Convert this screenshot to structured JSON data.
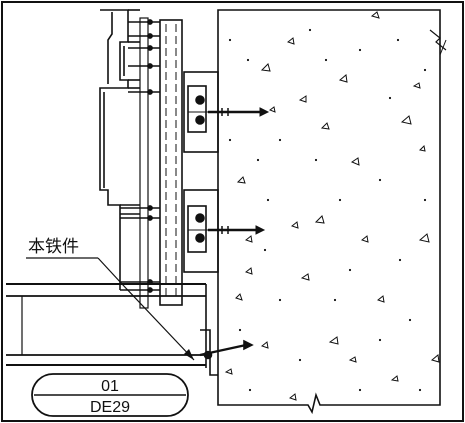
{
  "callout": {
    "label": "本铁件"
  },
  "detail_tag": {
    "number": "01",
    "sheet": "DE29"
  },
  "colors": {
    "line": "#111111",
    "background": "#ffffff"
  }
}
